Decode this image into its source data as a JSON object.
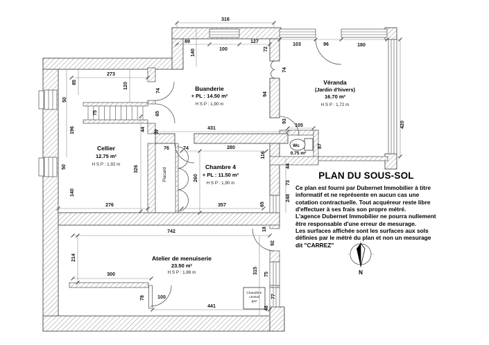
{
  "title": "PLAN DU SOUS-SOL",
  "disclaimer": {
    "p1": "Ce plan est fourni par Dubernet Immobilier à titre informatif et ne représente en aucun cas une cotation contractuelle. Tout acquéreur reste libre d'effectuer à ses frais son propre métré.",
    "p2": "L'agence Dubernet Immobilier ne pourra nullement être responsable d'une erreur de mesurage.",
    "p3": "Les surfaces affichée sont les surfaces aux sols définies par le métré du plan et non un mesurage dit \"CARREZ\""
  },
  "compass_label": "N",
  "rooms": {
    "buanderie": {
      "name": "Buanderie",
      "area": "+ PL : 14.50 m²",
      "hsp": "H S P : 1,90 m"
    },
    "veranda": {
      "name": "Véranda",
      "alt": "(Jardin d'hivers)",
      "area": "16.70 m²",
      "hsp": "H S P : 1,72 m"
    },
    "cellier": {
      "name": "Cellier",
      "area": "12.75 m²",
      "hsp": "H S P : 1,92 m"
    },
    "chambre4": {
      "name": "Chambre 4",
      "area": "+ PL : 11.50 m²",
      "hsp": "H S P : 1,90 m"
    },
    "atelier": {
      "name": "Atelier de menuiserie",
      "area": "23.50 m²",
      "hsp": "H S P : 1,86 m"
    },
    "wc": {
      "name": "Wc",
      "area": "0.75 m²"
    },
    "placard": {
      "name": "Placard"
    },
    "chaudiere": {
      "l1": "Chaudière",
      "l2": "central",
      "l3": "gaz"
    }
  },
  "dims": {
    "d316": "316",
    "d89": "89",
    "d100_top": "100",
    "d127": "127",
    "d72": "72",
    "d140_top": "140",
    "d103": "103",
    "d96": "96",
    "d180": "180",
    "d420": "420",
    "d273": "273",
    "d85": "85",
    "d120": "120",
    "d75_stairs": "75",
    "d50_a": "50",
    "d50_b": "50",
    "d196": "196",
    "d140_left": "140",
    "d276": "276",
    "d326": "326",
    "d74_a": "74",
    "d65_a": "65",
    "d44_a": "44",
    "d57": "57",
    "d431": "431",
    "d74_b": "74",
    "d94": "94",
    "d93": "93",
    "d105": "105",
    "d87": "87",
    "d116": "116",
    "d76": "76",
    "d74_c": "74",
    "d280": "280",
    "d260": "260",
    "d357": "357",
    "d65_b": "65",
    "d44_b": "44",
    "d73": "73",
    "d248": "248",
    "d18": "18",
    "d92": "92",
    "d315": "315",
    "d75_b": "75",
    "d77": "77",
    "d48": "48",
    "d742": "742",
    "d214": "214",
    "d300": "300",
    "d78": "78",
    "d100_b": "100",
    "d441": "441"
  }
}
